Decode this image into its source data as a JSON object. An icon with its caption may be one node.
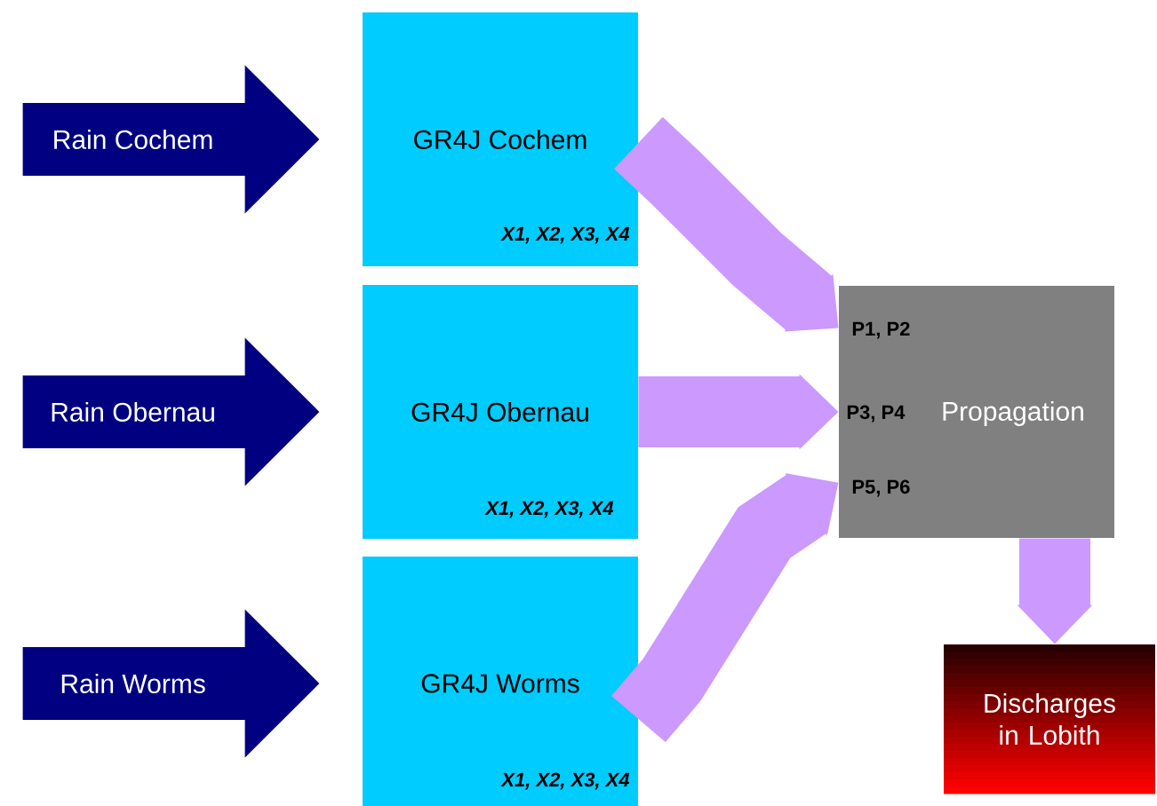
{
  "diagram": {
    "nodes": [
      {
        "text": [
          "GR4J Cochem",
          "X1, X2, X3, X4"
        ]
      },
      {
        "text": [
          "GR4J Obernau",
          "X1, X2, X3, X4"
        ]
      },
      {
        "text": [
          "GR4J Worms",
          "X1, X2, X3, X4"
        ]
      },
      {
        "text": [
          "P1, P2",
          "P3, P4",
          "Propagation",
          "P5, P6"
        ]
      },
      {
        "text": [
          "Discharges in Lobith"
        ]
      }
    ],
    "edges": [
      {
        "from": null,
        "to": 0,
        "arrow": "to",
        "label": "Rain Cochem",
        "color": "#000080"
      },
      {
        "from": null,
        "to": 1,
        "arrow": "to",
        "label": "Rain Obernau",
        "color": "#000080"
      },
      {
        "from": null,
        "to": 2,
        "arrow": "to",
        "label": "Rain Worms",
        "color": "#000080"
      },
      {
        "from": 0,
        "to": 3,
        "arrow": "to"
      },
      {
        "from": 1,
        "to": 3,
        "arrow": "to"
      },
      {
        "from": 2,
        "to": 3,
        "arrow": "to"
      },
      {
        "from": 3,
        "to": 4,
        "arrow": "to"
      }
    ]
  }
}
